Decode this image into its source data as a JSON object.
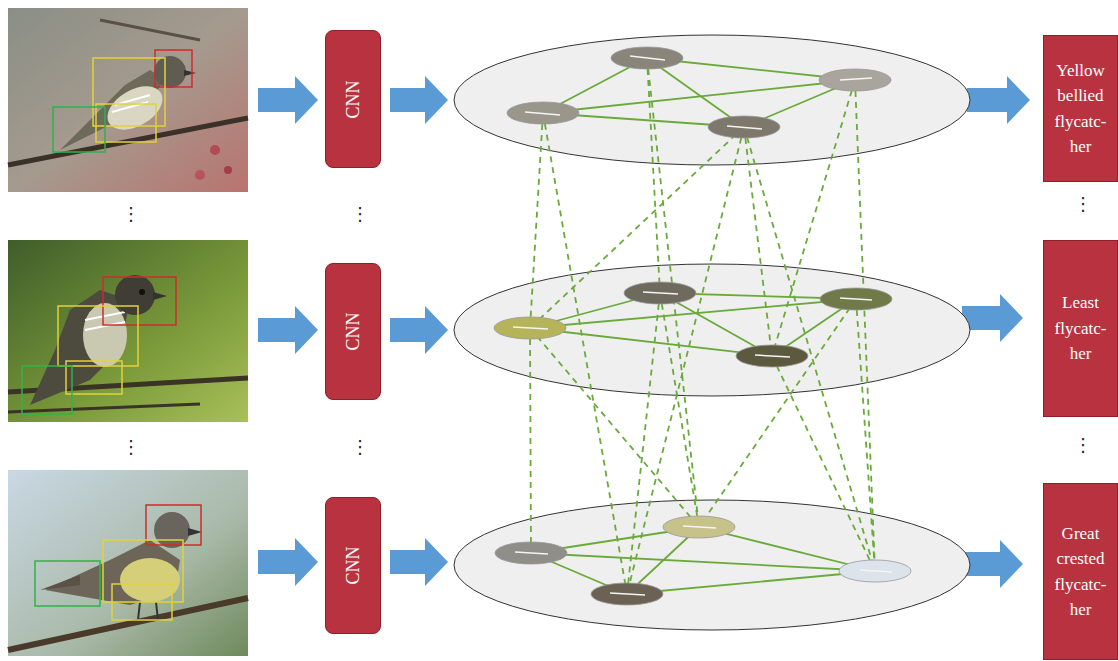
{
  "diagram": {
    "nodes": [
      {
        "text": [
          "CNN"
        ]
      },
      {
        "text": [
          "Yellow bellied flycatc- her"
        ]
      },
      {
        "text": [
          "CNN"
        ]
      },
      {
        "text": [
          "Least flycatc- her"
        ]
      },
      {
        "text": [
          "CNN"
        ]
      },
      {
        "text": [
          "Great crested flycatc- her"
        ]
      }
    ],
    "labels": [
      "⋮",
      "⋮",
      "⋮",
      "⋮",
      "⋮",
      "⋮"
    ]
  }
}
